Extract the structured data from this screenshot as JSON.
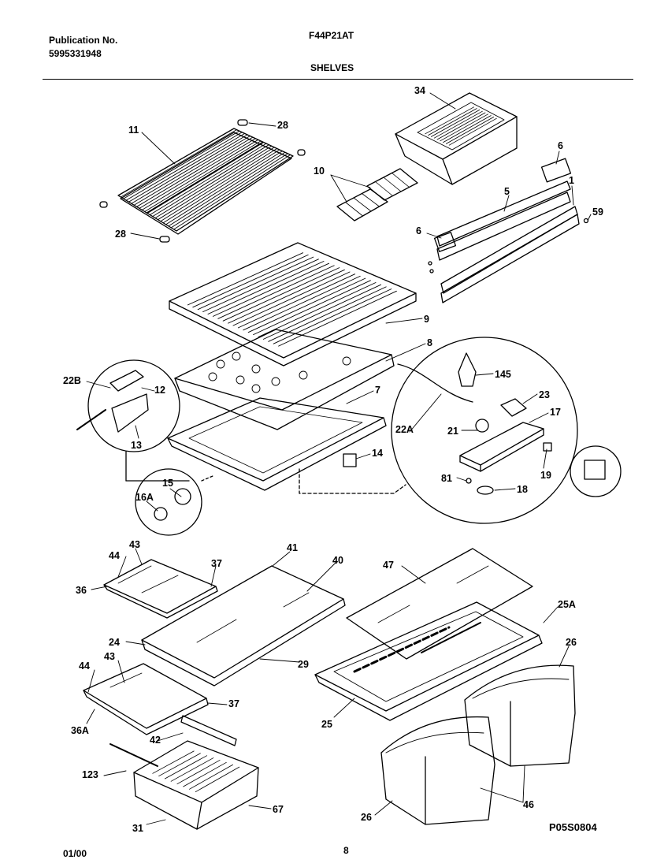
{
  "header": {
    "publication_label": "Publication No.",
    "publication_number": "5995331948",
    "model": "F44P21AT",
    "section": "SHELVES"
  },
  "callouts": [
    {
      "id": "11",
      "text": "11"
    },
    {
      "id": "28a",
      "text": "28"
    },
    {
      "id": "28b",
      "text": "28"
    },
    {
      "id": "34",
      "text": "34"
    },
    {
      "id": "10",
      "text": "10"
    },
    {
      "id": "6a",
      "text": "6"
    },
    {
      "id": "5",
      "text": "5"
    },
    {
      "id": "1",
      "text": "1"
    },
    {
      "id": "59",
      "text": "59"
    },
    {
      "id": "6b",
      "text": "6"
    },
    {
      "id": "9",
      "text": "9"
    },
    {
      "id": "8",
      "text": "8"
    },
    {
      "id": "7",
      "text": "7"
    },
    {
      "id": "22B",
      "text": "22B"
    },
    {
      "id": "12",
      "text": "12"
    },
    {
      "id": "13",
      "text": "13"
    },
    {
      "id": "14",
      "text": "14"
    },
    {
      "id": "15",
      "text": "15"
    },
    {
      "id": "16A",
      "text": "16A"
    },
    {
      "id": "145",
      "text": "145"
    },
    {
      "id": "23",
      "text": "23"
    },
    {
      "id": "17",
      "text": "17"
    },
    {
      "id": "22A",
      "text": "22A"
    },
    {
      "id": "21",
      "text": "21"
    },
    {
      "id": "19",
      "text": "19"
    },
    {
      "id": "81",
      "text": "81"
    },
    {
      "id": "18",
      "text": "18"
    },
    {
      "id": "43a",
      "text": "43"
    },
    {
      "id": "44a",
      "text": "44"
    },
    {
      "id": "37a",
      "text": "37"
    },
    {
      "id": "36",
      "text": "36"
    },
    {
      "id": "41",
      "text": "41"
    },
    {
      "id": "40",
      "text": "40"
    },
    {
      "id": "47",
      "text": "47"
    },
    {
      "id": "25A",
      "text": "25A"
    },
    {
      "id": "24",
      "text": "24"
    },
    {
      "id": "29",
      "text": "29"
    },
    {
      "id": "26a",
      "text": "26"
    },
    {
      "id": "44b",
      "text": "44"
    },
    {
      "id": "43b",
      "text": "43"
    },
    {
      "id": "37b",
      "text": "37"
    },
    {
      "id": "36A",
      "text": "36A"
    },
    {
      "id": "42",
      "text": "42"
    },
    {
      "id": "25",
      "text": "25"
    },
    {
      "id": "123",
      "text": "123"
    },
    {
      "id": "67",
      "text": "67"
    },
    {
      "id": "31",
      "text": "31"
    },
    {
      "id": "26b",
      "text": "26"
    },
    {
      "id": "46",
      "text": "46"
    }
  ],
  "footer": {
    "date": "01/00",
    "page": "8",
    "drawing_code": "P05S0804"
  }
}
